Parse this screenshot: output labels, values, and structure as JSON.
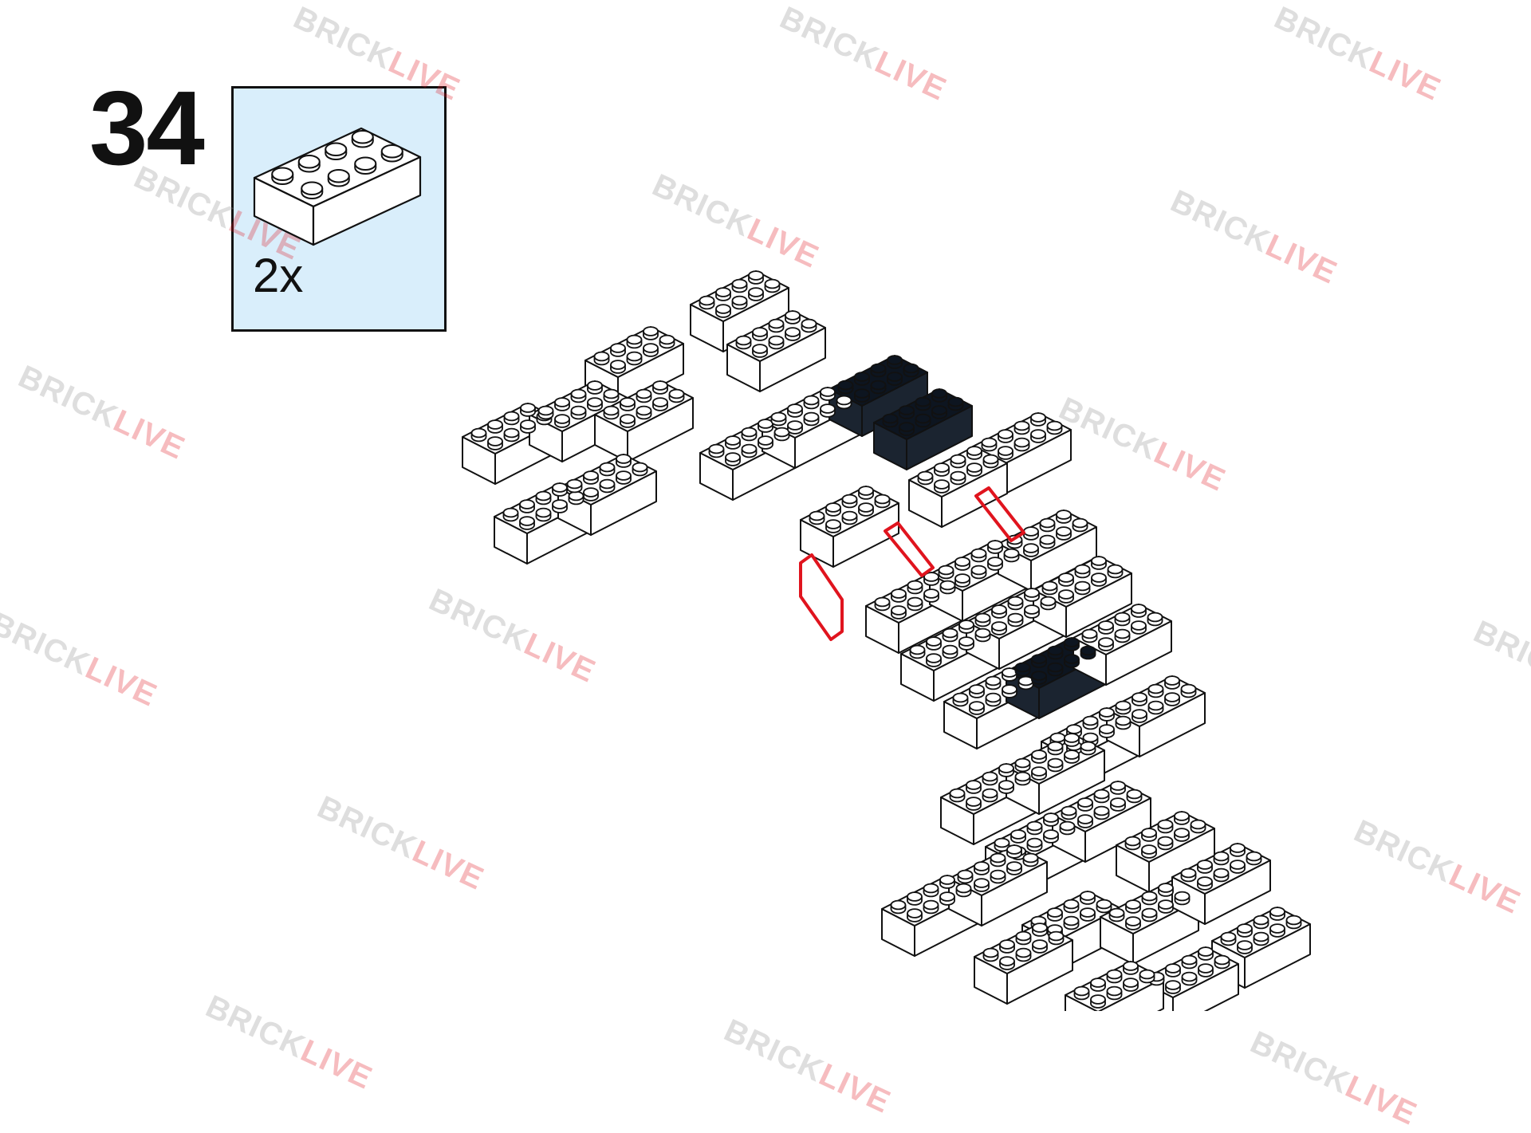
{
  "step": {
    "number": "34"
  },
  "parts_callout": {
    "quantity": "2x",
    "part": "brick-2x4-white"
  },
  "watermark": {
    "part_a": "BRICK",
    "part_b": "LIVE"
  },
  "colors": {
    "callout_bg": "#d9eefb",
    "highlight": "#e0141e",
    "brick_white": "#ffffff",
    "brick_black": "#0d1520"
  }
}
